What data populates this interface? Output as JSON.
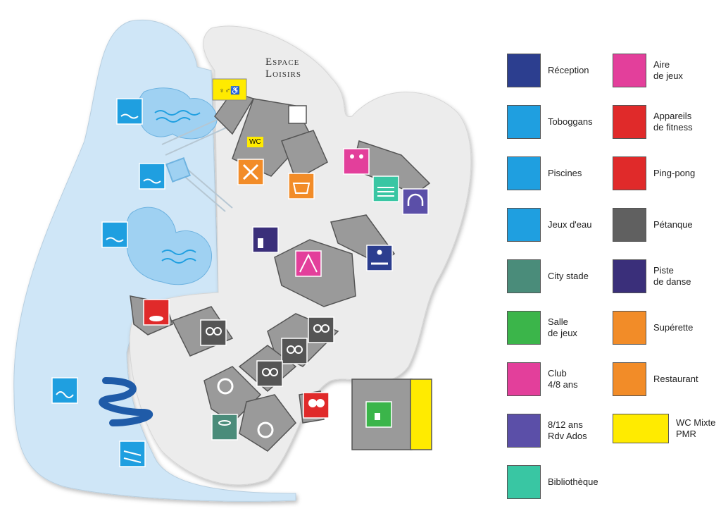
{
  "map": {
    "title_line1": "Espace",
    "title_line2": "Loisirs",
    "wc_tag": "WC"
  },
  "colors": {
    "water": "#cfe6f7",
    "land": "#ebebeb",
    "building": "#9a9a9a",
    "navy": "#2c3e8f",
    "pink": "#e33f9b",
    "red": "#e02a2a",
    "cyan": "#1f9fe0",
    "gray": "#606060",
    "green": "#3bb54a",
    "teal": "#4fae9c",
    "orange": "#f28c28",
    "purple": "#5b4fa8",
    "mint": "#39c6a3",
    "yellow": "#ffeb00"
  },
  "legend": [
    {
      "label": "Réception",
      "icon": "reception-icon",
      "color": "#2c3e8f"
    },
    {
      "label": "Toboggans",
      "icon": "slides-icon",
      "color": "#1f9fe0"
    },
    {
      "label": "Piscines",
      "icon": "pool-icon",
      "color": "#1f9fe0"
    },
    {
      "label": "Jeux d'eau",
      "icon": "water-games-icon",
      "color": "#1f9fe0"
    },
    {
      "label": "City stade",
      "icon": "city-stadium-icon",
      "color": "#4a8c7a"
    },
    {
      "label": "Salle\nde jeux",
      "icon": "game-room-icon",
      "color": "#3bb54a"
    },
    {
      "label": "Club\n4/8 ans",
      "icon": "kids-club-icon",
      "color": "#e33f9b"
    },
    {
      "label": "8/12 ans\nRdv Ados",
      "icon": "headphones-icon",
      "color": "#5b4fa8"
    },
    {
      "label": "Bibliothèque",
      "icon": "library-icon",
      "color": "#39c6a3"
    },
    {
      "label": "Aire\nde jeux",
      "icon": "playground-icon",
      "color": "#e33f9b"
    },
    {
      "label": "Appareils\nde fitness",
      "icon": "fitness-icon",
      "color": "#e02a2a"
    },
    {
      "label": "Ping-pong",
      "icon": "ping-pong-icon",
      "color": "#e02a2a"
    },
    {
      "label": "Pétanque",
      "icon": "petanque-icon",
      "color": "#606060"
    },
    {
      "label": "Piste\nde danse",
      "icon": "dance-floor-icon",
      "color": "#3a2f7a"
    },
    {
      "label": "Supérette",
      "icon": "shop-basket-icon",
      "color": "#f28c28"
    },
    {
      "label": "Restaurant",
      "icon": "restaurant-icon",
      "color": "#f28c28"
    },
    {
      "label": "WC Mixte\nPMR",
      "icon": "wc-accessible-icon",
      "color": "#ffeb00"
    }
  ]
}
